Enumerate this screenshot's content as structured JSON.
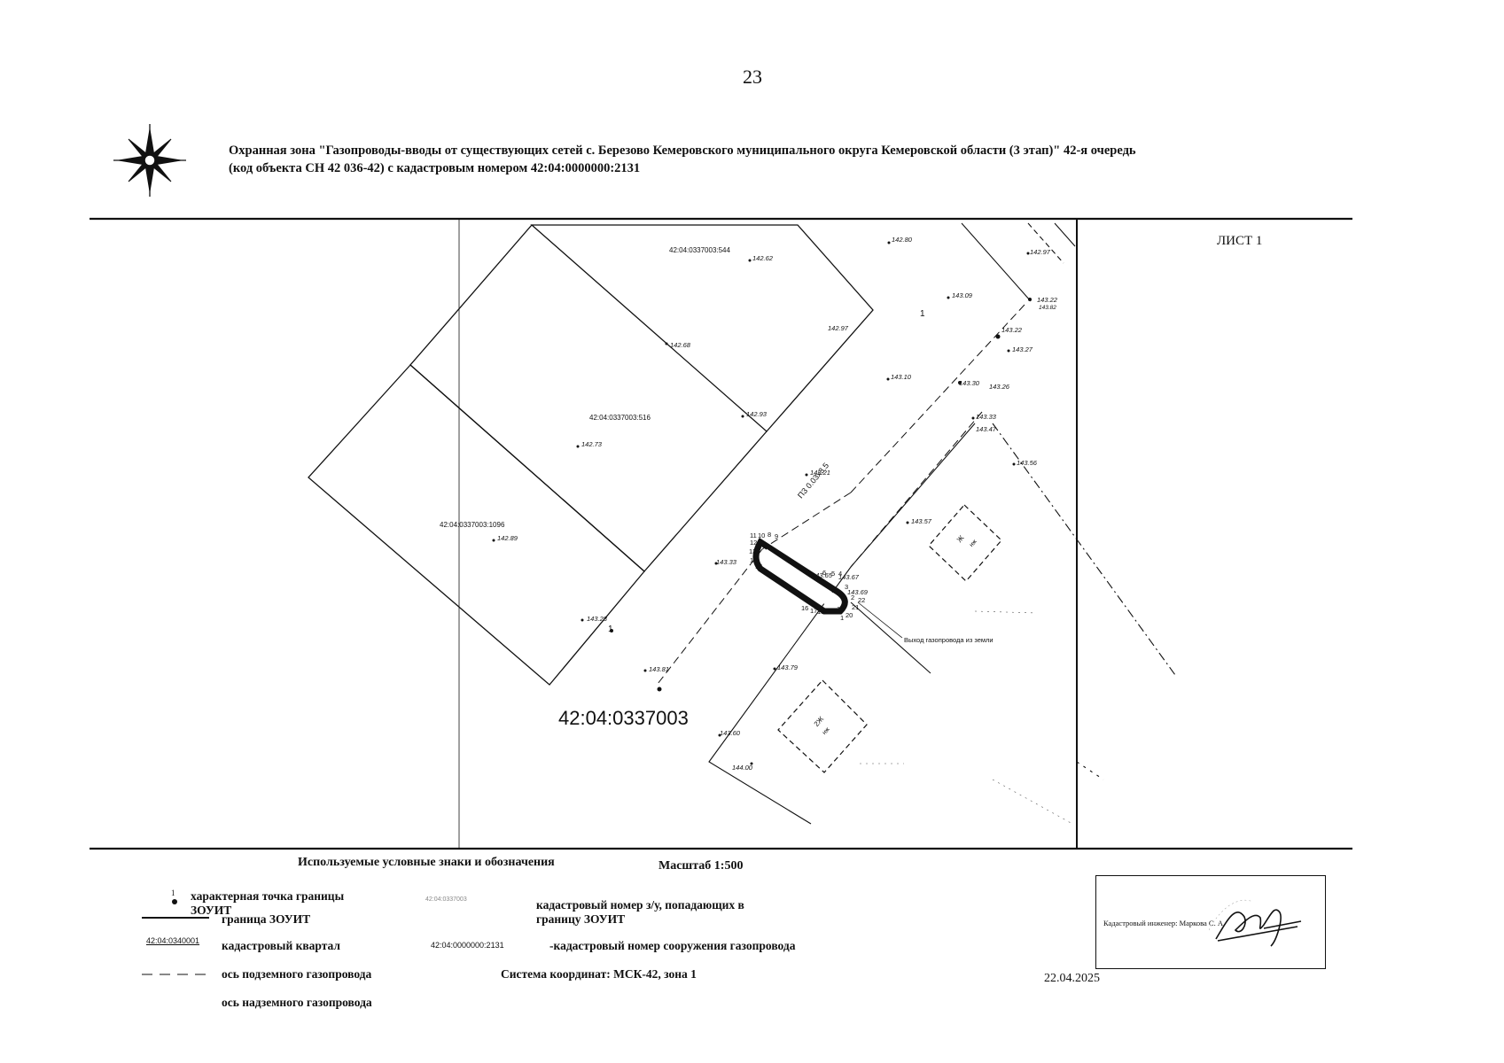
{
  "page": {
    "number": "23"
  },
  "header": {
    "title_line1": "Охранная зона \"Газопроводы-вводы от существующих сетей с. Березово Кемеровского муниципального округа Кемеровской области (3 этап)\" 42-я очередь",
    "title_line2": "(код объекта СН 42 036-42) с кадастровым номером 42:04:0000000:2131"
  },
  "sheet": {
    "label": "ЛИСТ 1"
  },
  "map": {
    "quarter_label": "42:04:0337003",
    "parcels": [
      {
        "id": "42:04:0337003:544"
      },
      {
        "id": "42:04:0337003:516"
      },
      {
        "id": "42:04:0337003:1096"
      }
    ],
    "pipe_label": "ПЗ 0.03х3.5",
    "exit_label": "Выход газопровода из земли",
    "markers": [
      "1",
      "1",
      "1"
    ],
    "building_labels": [
      "Ж",
      "нж",
      "2Ж",
      "нж"
    ],
    "elevations": [
      "142.80",
      "142.97",
      "142.62",
      "143.09",
      "143.22",
      "143.82",
      "142.97",
      "143.22",
      "143.27",
      "143.10",
      "143.30",
      "143.26",
      "142.68",
      "142.93",
      "143.33",
      "143.47",
      "142.73",
      "143.56",
      "143.21",
      "143.57",
      "142.89",
      "143.33",
      "143.65",
      "143.67",
      "143.69",
      "143.28",
      "143.79",
      "143.81",
      "143.60",
      "144.00"
    ],
    "point_numbers": [
      "11",
      "10",
      "8",
      "9",
      "12",
      "13",
      "14",
      "15",
      "6",
      "5",
      "4",
      "3",
      "22",
      "2",
      "16",
      "17",
      "18",
      "19",
      "20",
      "21",
      "1"
    ]
  },
  "legend": {
    "title": "Используемые условные  знаки и обозначения",
    "scale": "Масштаб 1:500",
    "items": [
      {
        "label_line1": "характерная точка границы",
        "label_line2": "ЗОУИТ",
        "marker": "1"
      },
      {
        "label": "граница ЗОУИТ"
      },
      {
        "sample": "42:04:0340001",
        "label": "кадастровый квартал"
      },
      {
        "label": "ось подземного газопровода"
      },
      {
        "label": "ось надземного газопровода"
      },
      {
        "sample": "42:04:0337003",
        "label_line1": "кадастровый номер з/у, попадающих в",
        "label_line2": "границу ЗОУИТ"
      },
      {
        "sample": "42:04:0000000:2131",
        "label": "-кадастровый  номер сооружения газопровода"
      }
    ],
    "coord_system": "Система координат: МСК-42, зона 1"
  },
  "stamp": {
    "text": "Кадастровый инженер: Маркова С. А."
  },
  "footer": {
    "date": "22.04.2025"
  }
}
